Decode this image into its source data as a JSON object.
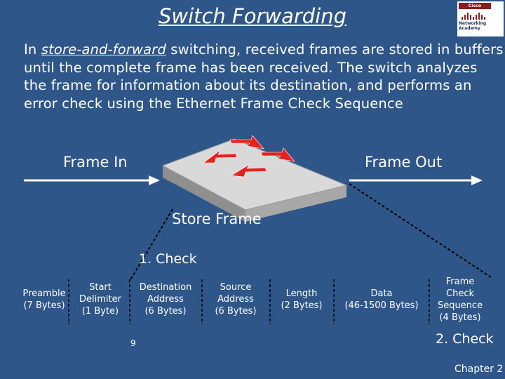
{
  "title": "Switch Forwarding",
  "logo": {
    "brand": "Cisco Systems",
    "sub_line1": "Networking",
    "sub_line2": "Academy"
  },
  "intro": {
    "before": "In ",
    "emphasis": "store-and-forward",
    "after": " switching, received frames are stored in buffers until the complete frame has been received. The switch analyzes the frame for information about its destination, and performs an error check using the Ethernet Frame Check Sequence"
  },
  "diagram": {
    "frame_in": "Frame In",
    "frame_out": "Frame Out",
    "store_frame": "Store Frame",
    "check1": "1. Check",
    "check2": "2. Check"
  },
  "frame_fields": [
    {
      "line1": "Preamble",
      "line2": "(7 Bytes)"
    },
    {
      "line1": "Start",
      "line2": "Delimiter",
      "line3": "(1 Byte)"
    },
    {
      "line1": "Destination",
      "line2": "Address",
      "line3": "(6 Bytes)"
    },
    {
      "line1": "Source",
      "line2": "Address",
      "line3": "(6 Bytes)"
    },
    {
      "line1": "Length",
      "line2": "(2 Bytes)"
    },
    {
      "line1": "Data",
      "line2": "(46-1500 Bytes)"
    },
    {
      "line1": "Frame",
      "line2": "Check",
      "line3": "Sequence",
      "line4": "(4 Bytes)"
    }
  ],
  "footer": {
    "page_number": "9",
    "chapter": "Chapter 2"
  },
  "colors": {
    "background": "#2f5688",
    "text": "#ffffff",
    "switch_top": "#d8d8d8",
    "arrow_red": "#e8201e"
  }
}
